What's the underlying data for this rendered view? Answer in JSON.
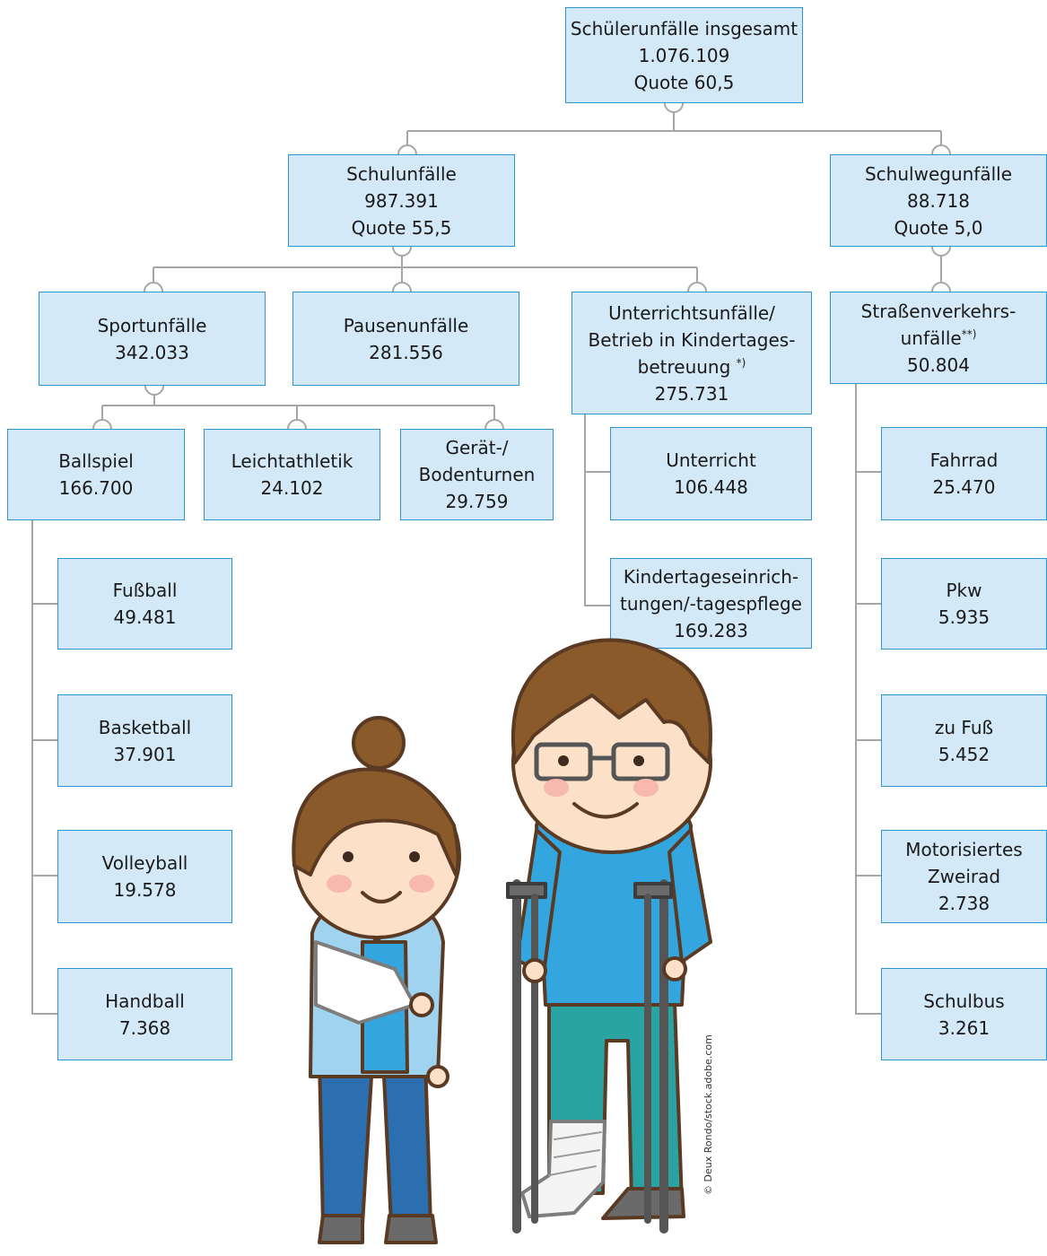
{
  "root": {
    "title": "Schülerunfälle insgesamt",
    "value": "1.076.109",
    "quote": "Quote 60,5"
  },
  "schulunfaelle": {
    "title": "Schulunfälle",
    "value": "987.391",
    "quote": "Quote 55,5"
  },
  "schulwegunfaelle": {
    "title": "Schulwegunfälle",
    "value": "88.718",
    "quote": "Quote 5,0"
  },
  "sportunfaelle": {
    "title": "Sportunfälle",
    "value": "342.033"
  },
  "pausenunfaelle": {
    "title": "Pausenunfälle",
    "value": "281.556"
  },
  "unterrichtsunfaelle": {
    "line1": "Unterrichtsunfälle/",
    "line2": "Betrieb in Kindertages-",
    "line3": "betreuung",
    "footnote": "*)",
    "value": "275.731"
  },
  "strassenverkehr": {
    "line1": "Straßenverkehrs-",
    "line2": "unfälle",
    "footnote": "**)",
    "value": "50.804"
  },
  "ballspiel": {
    "title": "Ballspiel",
    "value": "166.700"
  },
  "leichtathletik": {
    "title": "Leichtathletik",
    "value": "24.102"
  },
  "geraeteturnen": {
    "line1": "Gerät-/",
    "line2": "Bodenturnen",
    "value": "29.759"
  },
  "unterricht": {
    "title": "Unterricht",
    "value": "106.448"
  },
  "kita": {
    "line1": "Kindertageseinrich-",
    "line2": "tungen/-tagespflege",
    "value": "169.283"
  },
  "fahrrad": {
    "title": "Fahrrad",
    "value": "25.470"
  },
  "pkw": {
    "title": "Pkw",
    "value": "5.935"
  },
  "zufuss": {
    "title": "zu Fuß",
    "value": "5.452"
  },
  "motorrad": {
    "line1": "Motorisiertes",
    "line2": "Zweirad",
    "value": "2.738"
  },
  "schulbus": {
    "title": "Schulbus",
    "value": "3.261"
  },
  "fussball": {
    "title": "Fußball",
    "value": "49.481"
  },
  "basketball": {
    "title": "Basketball",
    "value": "37.901"
  },
  "volleyball": {
    "title": "Volleyball",
    "value": "19.578"
  },
  "handball": {
    "title": "Handball",
    "value": "7.368"
  },
  "credit": "© Deux Rondo/stock.adobe.com",
  "colors": {
    "box_fill": "#d4e9f7",
    "box_border": "#2f94d4",
    "connector": "#a6a6a6"
  }
}
